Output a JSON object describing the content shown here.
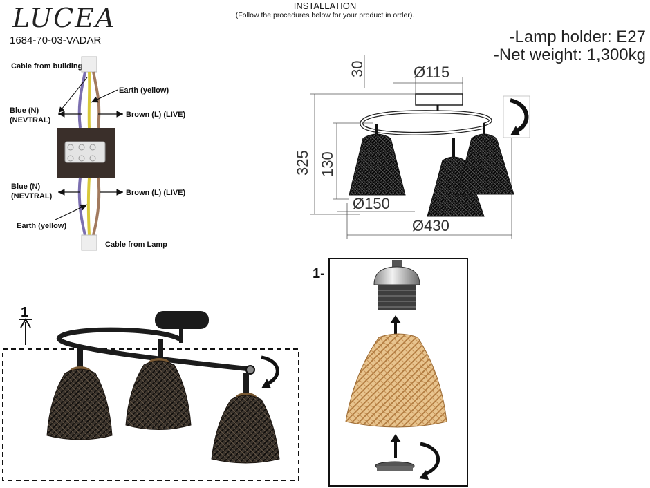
{
  "header": {
    "brand": "LUCEA",
    "model": "1684-70-03-VADAR",
    "title": "INSTALLATION",
    "subtitle": "(Follow the procedures below for your product in order)."
  },
  "specs": {
    "lamp_holder": "-Lamp holder: E27",
    "net_weight": "-Net weight: 1,300kg"
  },
  "wiring": {
    "cable_from_building": "Cable from building",
    "earth_top": "Earth (yellow)",
    "blue_top_1": "Blue (N)",
    "blue_top_2": "(NEVTRAL)",
    "brown_top": "Brown (L) (LIVE)",
    "blue_bottom_1": "Blue (N)",
    "blue_bottom_2": "(NEVTRAL)",
    "brown_bottom": "Brown (L) (LIVE)",
    "earth_bottom": "Earth (yellow)",
    "cable_from_lamp": "Cable from Lamp"
  },
  "dimensions": {
    "d30": "30",
    "d115": "Ø115",
    "d325": "325",
    "d130": "130",
    "d150": "Ø150",
    "d430": "Ø430"
  },
  "steps": {
    "step1_left": "1",
    "step1_right": "1-"
  }
}
